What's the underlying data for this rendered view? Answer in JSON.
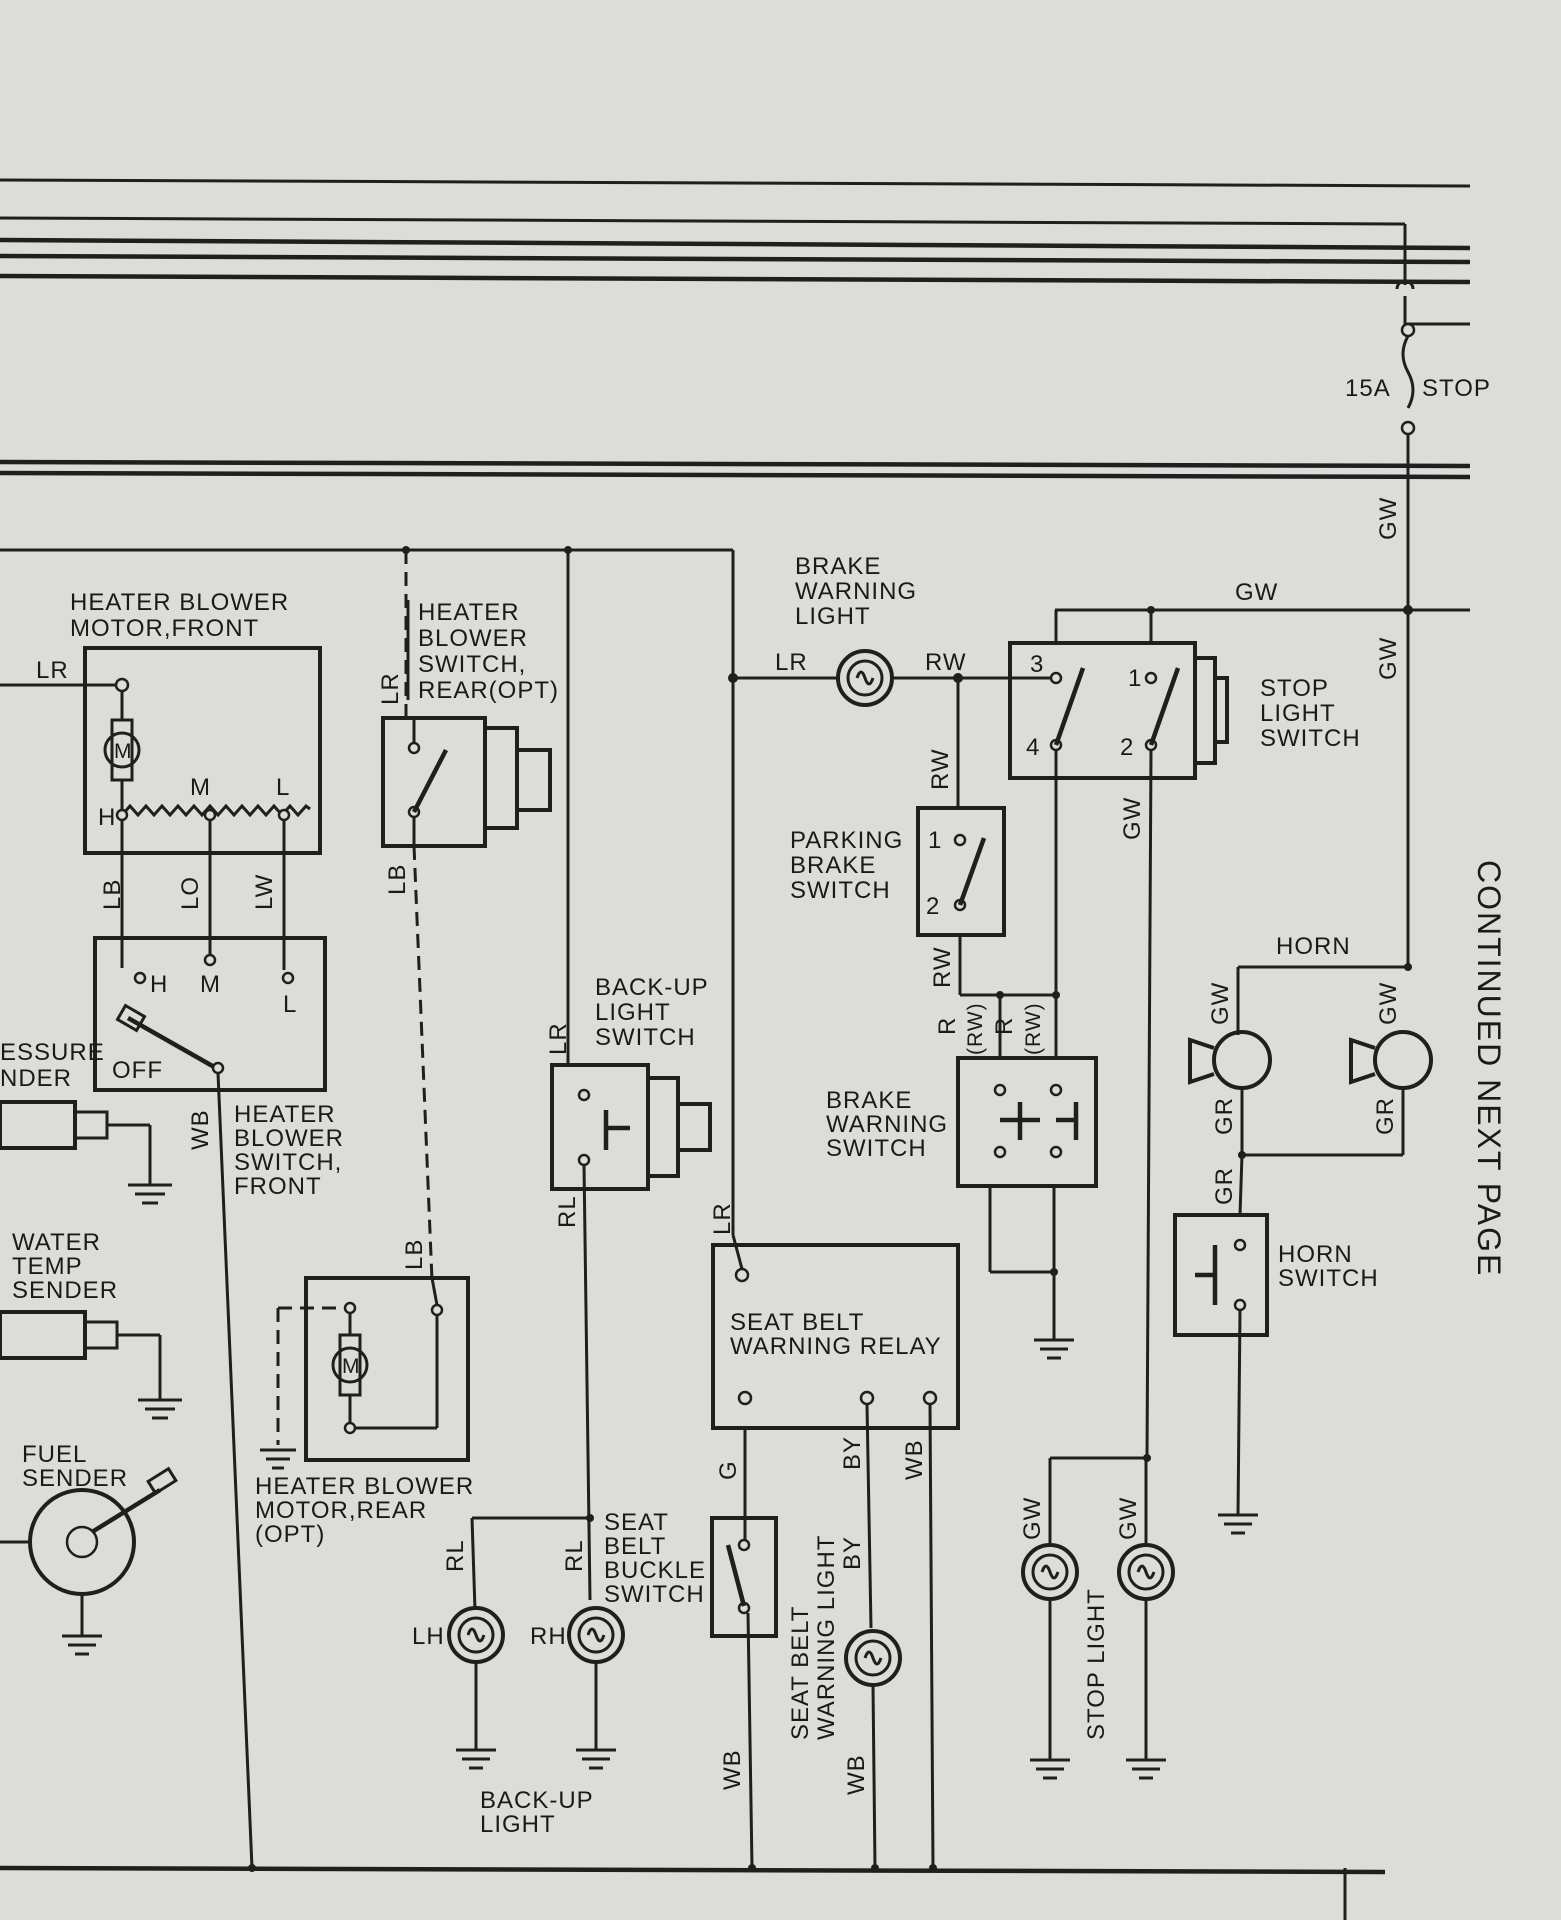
{
  "components": {
    "heater_blower_motor_front": {
      "line1": "HEATER BLOWER",
      "line2": "MOTOR,FRONT",
      "h": "H",
      "m": "M",
      "l": "L",
      "motor": "M"
    },
    "heater_blower_switch_rear": {
      "line1": "HEATER",
      "line2": "BLOWER",
      "line3": "SWITCH,",
      "line4": "REAR(OPT)"
    },
    "brake_warning_light": {
      "line1": "BRAKE",
      "line2": "WARNING",
      "line3": "LIGHT"
    },
    "stop_light_switch": {
      "line1": "STOP",
      "line2": "LIGHT",
      "line3": "SWITCH",
      "t1": "1",
      "t2": "2",
      "t3": "3",
      "t4": "4"
    },
    "fuse": {
      "rating": "15A",
      "name": "STOP"
    },
    "parking_brake_switch": {
      "line1": "PARKING",
      "line2": "BRAKE",
      "line3": "SWITCH",
      "t1": "1",
      "t2": "2"
    },
    "heater_blower_switch_front": {
      "h": "H",
      "m": "M",
      "l": "L",
      "off": "OFF",
      "line1": "HEATER",
      "line2": "BLOWER",
      "line3": "SWITCH,",
      "line4": "FRONT"
    },
    "pressure_sender": {
      "line1": "ESSURE",
      "line2": "NDER"
    },
    "backup_light_switch": {
      "line1": "BACK-UP",
      "line2": "LIGHT",
      "line3": "SWITCH"
    },
    "brake_warning_switch": {
      "line1": "BRAKE",
      "line2": "WARNING",
      "line3": "SWITCH"
    },
    "horn": {
      "label": "HORN"
    },
    "horn_switch": {
      "line1": "HORN",
      "line2": "SWITCH"
    },
    "water_temp_sender": {
      "line1": "WATER",
      "line2": "TEMP",
      "line3": "SENDER"
    },
    "seat_belt_warning_relay": {
      "line1": "SEAT BELT",
      "line2": "WARNING RELAY"
    },
    "heater_blower_motor_rear": {
      "line1": "HEATER BLOWER",
      "line2": "MOTOR,REAR",
      "line3": "(OPT)",
      "motor": "M"
    },
    "fuel_sender": {
      "line1": "FUEL",
      "line2": "SENDER"
    },
    "seat_belt_buckle_switch": {
      "line1": "SEAT",
      "line2": "BELT",
      "line3": "BUCKLE",
      "line4": "SWITCH"
    },
    "seat_belt_warning_light": {
      "line1": "SEAT BELT",
      "line2": "WARNING LIGHT"
    },
    "stop_light": {
      "label": "STOP LIGHT"
    },
    "backup_light": {
      "line1": "BACK-UP",
      "line2": "LIGHT",
      "lh": "LH",
      "rh": "RH"
    }
  },
  "wire_labels": {
    "lr": "LR",
    "lb": "LB",
    "lo": "LO",
    "lw": "LW",
    "wb": "WB",
    "rw": "RW",
    "rw_paren": "(RW)",
    "r": "R",
    "gw": "GW",
    "gr": "GR",
    "rl": "RL",
    "g": "G",
    "by": "BY"
  },
  "continued": "CONTINUED NEXT PAGE",
  "colors": {
    "paper": "#dcdcd8",
    "ink": "#1f1f1f"
  }
}
